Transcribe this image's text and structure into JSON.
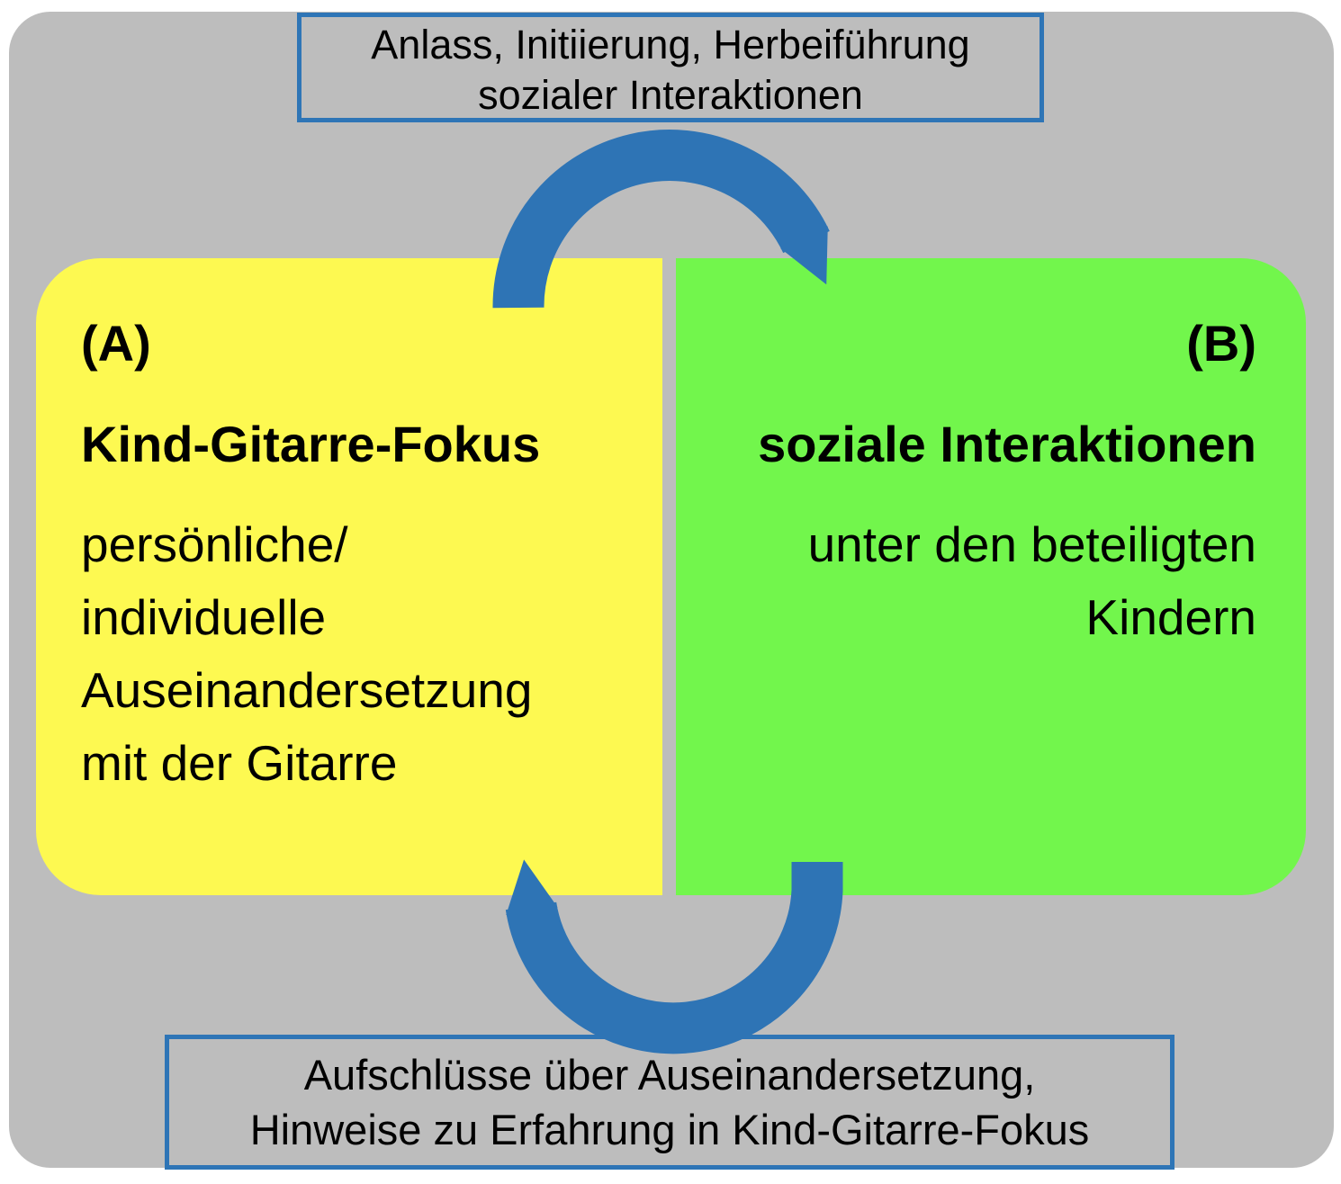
{
  "top_label": {
    "line1": "Anlass, Initiierung, Herbeiführung",
    "line2": "sozialer Interaktionen"
  },
  "box_a": {
    "tag": "(A)",
    "title": "Kind-Gitarre-Fokus",
    "body_lines": [
      "persönliche/",
      "individuelle",
      "Auseinandersetzung",
      "mit der Gitarre"
    ]
  },
  "box_b": {
    "tag": "(B)",
    "title": "soziale Interaktionen",
    "body_lines": [
      "unter den beteiligten",
      "Kindern"
    ]
  },
  "bottom_label": {
    "line1": "Aufschlüsse über Auseinandersetzung,",
    "line2": "Hinweise zu Erfahrung in Kind-Gitarre-Fokus"
  },
  "colors": {
    "page_background": "#ffffff",
    "background_panel": "#bdbdbd",
    "box_a_fill": "#fdf951",
    "box_b_fill": "#72f64c",
    "arrow_blue": "#2e74b5",
    "label_border_blue": "#2e75b6",
    "text": "#000000"
  }
}
